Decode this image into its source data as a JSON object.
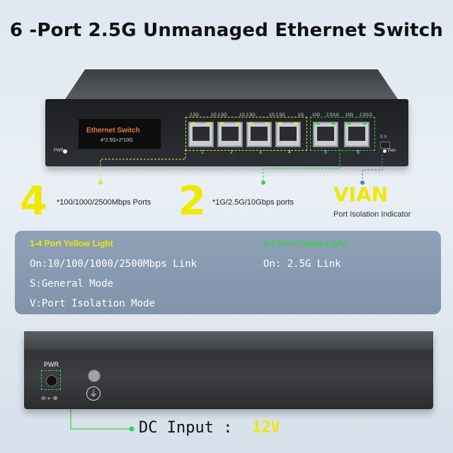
{
  "title": "6 -Port 2.5G Unmanaged Ethernet Switch",
  "front": {
    "brand": "Ethernet Switch",
    "spec": "4*2.5G+2*10G",
    "pwr_label": "PWR",
    "vian_label": "Vian",
    "sv_label": "S   V",
    "ports": [
      {
        "label": "2.5G",
        "speed": "1G 2.5G",
        "num": "1"
      },
      {
        "label": "1G 2.5G",
        "speed": "",
        "num": "2"
      },
      {
        "label": "1G 2.5G",
        "speed": "",
        "num": "3"
      },
      {
        "label": "1G 2.5G",
        "speed": "1G",
        "num": "4"
      },
      {
        "label": "10G",
        "speed": "2.5/1G",
        "num": "5"
      },
      {
        "label": "10G",
        "speed": "2.5/1G",
        "num": "6"
      }
    ],
    "top_labels": [
      "2.5G",
      "1G 2.5G",
      "1G 2.5G",
      "1G 2.5G",
      "1G",
      "10G",
      "2.5/1G",
      "10G",
      "2.5/1G"
    ]
  },
  "callouts": {
    "four": "4",
    "four_text": "*100/1000/2500Mbps Ports",
    "two": "2",
    "two_text": "*1G/2.5G/10Gbps ports",
    "vian": "VIAN",
    "vian_text": "Port Isolation Indicator"
  },
  "info": {
    "left_head": "1-4 Port Yellow Light",
    "left_lines": [
      "On:10/100/1000/2500Mbps Link",
      "S:General Mode",
      "V:Port Isolation Mode"
    ],
    "right_head": "5-6 Port Yellow Light",
    "right_lines": [
      "On: 2.5G Link"
    ]
  },
  "back": {
    "pwr_label": "PWR",
    "polarity": "⊖-◐-⊕"
  },
  "dc_label": "DC Input : ",
  "dc_value": "12V",
  "colors": {
    "yellow": "#f0e800",
    "green": "#3ccf4a",
    "info_bg": "#8195ad"
  }
}
